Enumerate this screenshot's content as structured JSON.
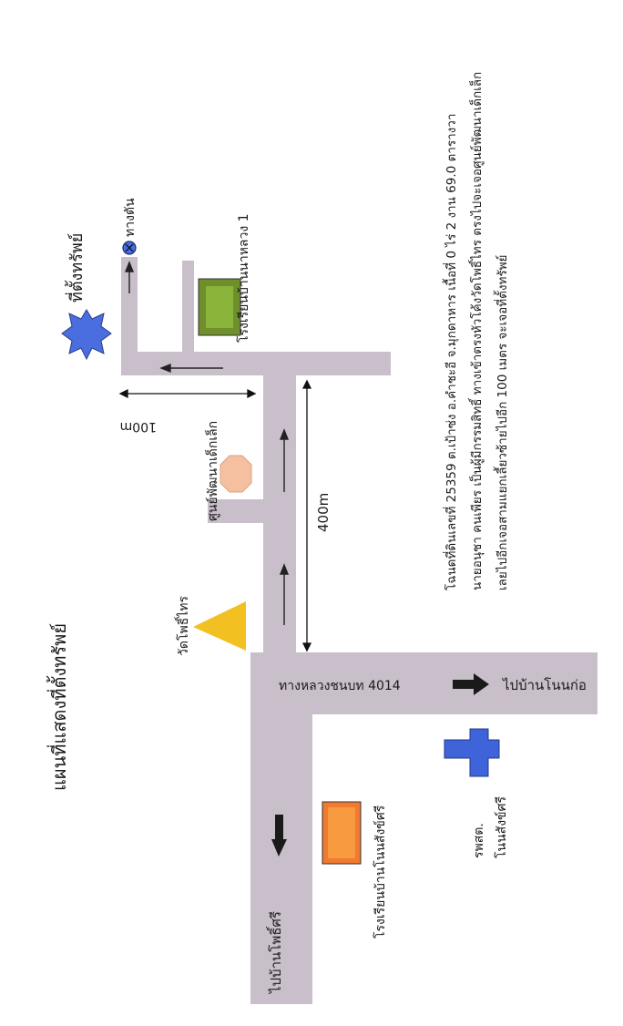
{
  "map": {
    "title": "แผนที่แสดงที่ตั้งทรัพย์",
    "property_label": "ที่ตั้งทรัพย์",
    "dead_end_label": "ทางตัน",
    "distance_100": "100m",
    "distance_400": "400m",
    "highway_label": "ทางหลวงชนบท 4014",
    "to_non_kor": "ไปบ้านโนนก่อ",
    "to_pho_si": "ไปบ้านโพธิ์ศรี",
    "school_ban_na_luang": "โรงเรียนบ้านนาหลวง 1",
    "child_center": "ศูนย์พัฒนาเด็กเล็ก",
    "temple": "วัดโพธิ์ไทร",
    "school_non_sang": "โรงเรียนบ้านโนนสังข์ศรี",
    "hospital_line1": "รพสต.",
    "hospital_line2": "โนนสังข์ศรี",
    "description": [
      "โฉนดที่ดินเลขที่ 25359 ต.เป้าซ่ง อ.คำชะอี จ.มุกดาหาร เนื้อที่ 0 ไร่ 2 งาน 69.0 ตารางวา",
      "นายอนุชา คนเพียร เป็นผู้มีกรรมสิทธิ์ ทางเข้าตรงหัวโค้งวัดโพธิ์ไทร ตรงไปจะเจอศูนย์พัฒนาเด็กเล็ก",
      "เลยไปอีกเจอสามแยกเลี้ยวซ้ายไปอีก 100 เมตร จะเจอที่ตั้งทรัพย์"
    ],
    "colors": {
      "road": "#c9bfca",
      "star": "#4a6ee0",
      "school1": "#8ab43a",
      "child_center": "#f5c0a0",
      "temple": "#f2c020",
      "school2": "#f07a30",
      "hospital": "#3f63d8",
      "dead_end": "#4a6ee0"
    }
  }
}
